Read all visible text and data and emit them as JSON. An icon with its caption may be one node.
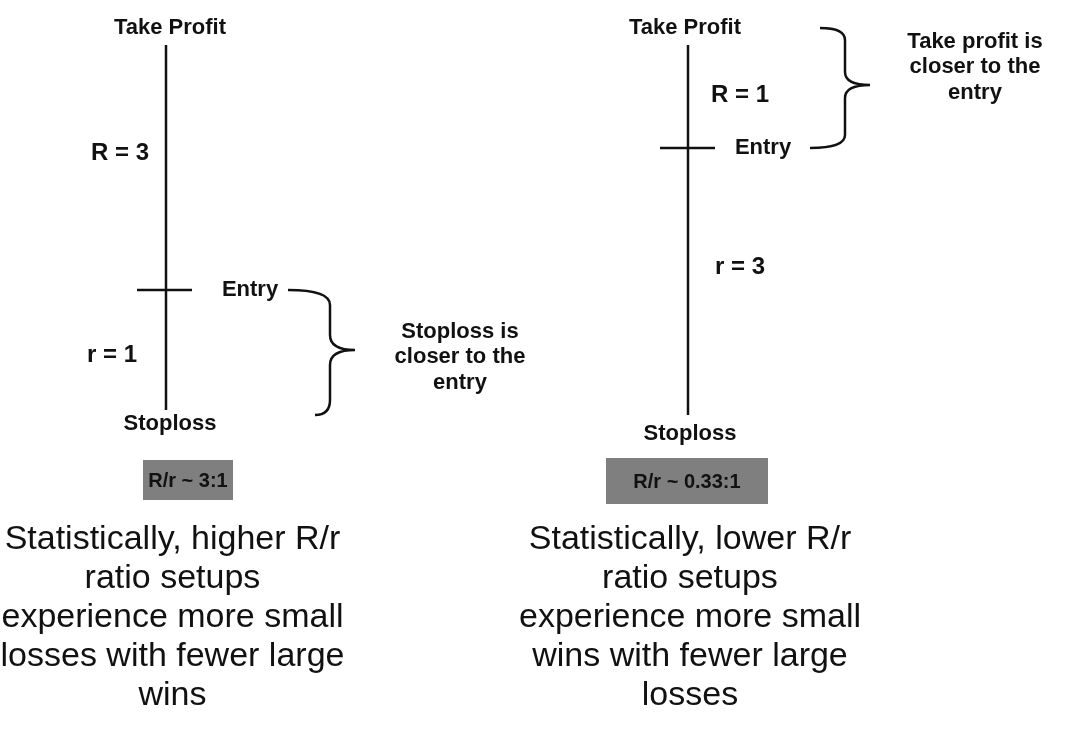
{
  "diagram": {
    "nodes": [
      {
        "text": [
          "R/r ~ 3:1"
        ]
      },
      {
        "text": [
          "R/r ~ 0.33:1"
        ]
      }
    ],
    "edges": [],
    "labels": [
      "Take Profit",
      "R = 3",
      "Entry",
      "r = 1",
      "Stoploss",
      "Stoploss is closer to the entry",
      "Statistically, higher R/r ratio setups experience more small losses with fewer large wins",
      "Take Profit",
      "Take profit is closer to the entry",
      "R = 1",
      "Entry",
      "r = 3",
      "Stoploss",
      "Statistically, lower R/r ratio setups experience more small wins with fewer large losses"
    ]
  }
}
